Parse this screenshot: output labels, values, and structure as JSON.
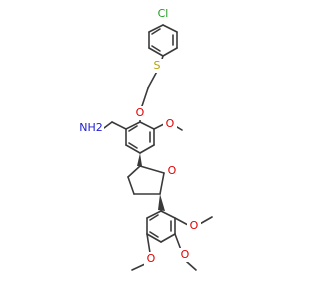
{
  "molecule": {
    "labels": {
      "chlorine": "Cl",
      "sulfur": "S",
      "ether_oxygen": "O",
      "methoxy_oxygen_1": "O",
      "aminomethyl": "NH2",
      "ring_oxygen": "O",
      "methoxy_oxygen_2": "O",
      "methoxy_oxygen_3": "O",
      "methoxy_oxygen_4": "O"
    },
    "colors": {
      "bond": "#3a3a3a",
      "chlorine": "#1f9e1f",
      "sulfur": "#b8a000",
      "oxygen": "#e00000",
      "nitrogen": "#2020d0"
    }
  }
}
